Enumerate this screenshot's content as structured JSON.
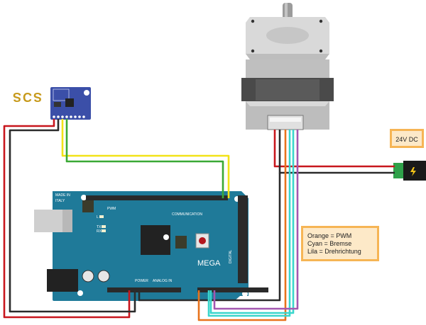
{
  "diagram": {
    "power_label": "24V DC",
    "legend": [
      "Orange = PWM",
      "Cyan = Bremse",
      "Lila = Drehrichtung"
    ],
    "board": {
      "made_in": "MADE IN",
      "country": "ITALY",
      "model": "MEGA",
      "header_pwm": "PWM",
      "header_communication": "COMMUNICATION",
      "header_power": "POWER",
      "header_analog": "ANALOG IN",
      "led_l": "L",
      "led_tx": "TX",
      "led_rx": "RX",
      "digital_label": "DIGITAL"
    },
    "sensor_logo": "ƧCƧ",
    "colors": {
      "board": "#1f7a99",
      "wire_red": "#c8161d",
      "wire_black": "#2b2b2b",
      "wire_yellow": "#f2e318",
      "wire_green": "#3aa935",
      "wire_orange": "#e8731c",
      "wire_cyan": "#3ad6cc",
      "wire_purple": "#a357b0",
      "note_fill": "#fde9c8",
      "note_border": "#f6b555",
      "sensor_board": "#3b4fa8"
    }
  }
}
